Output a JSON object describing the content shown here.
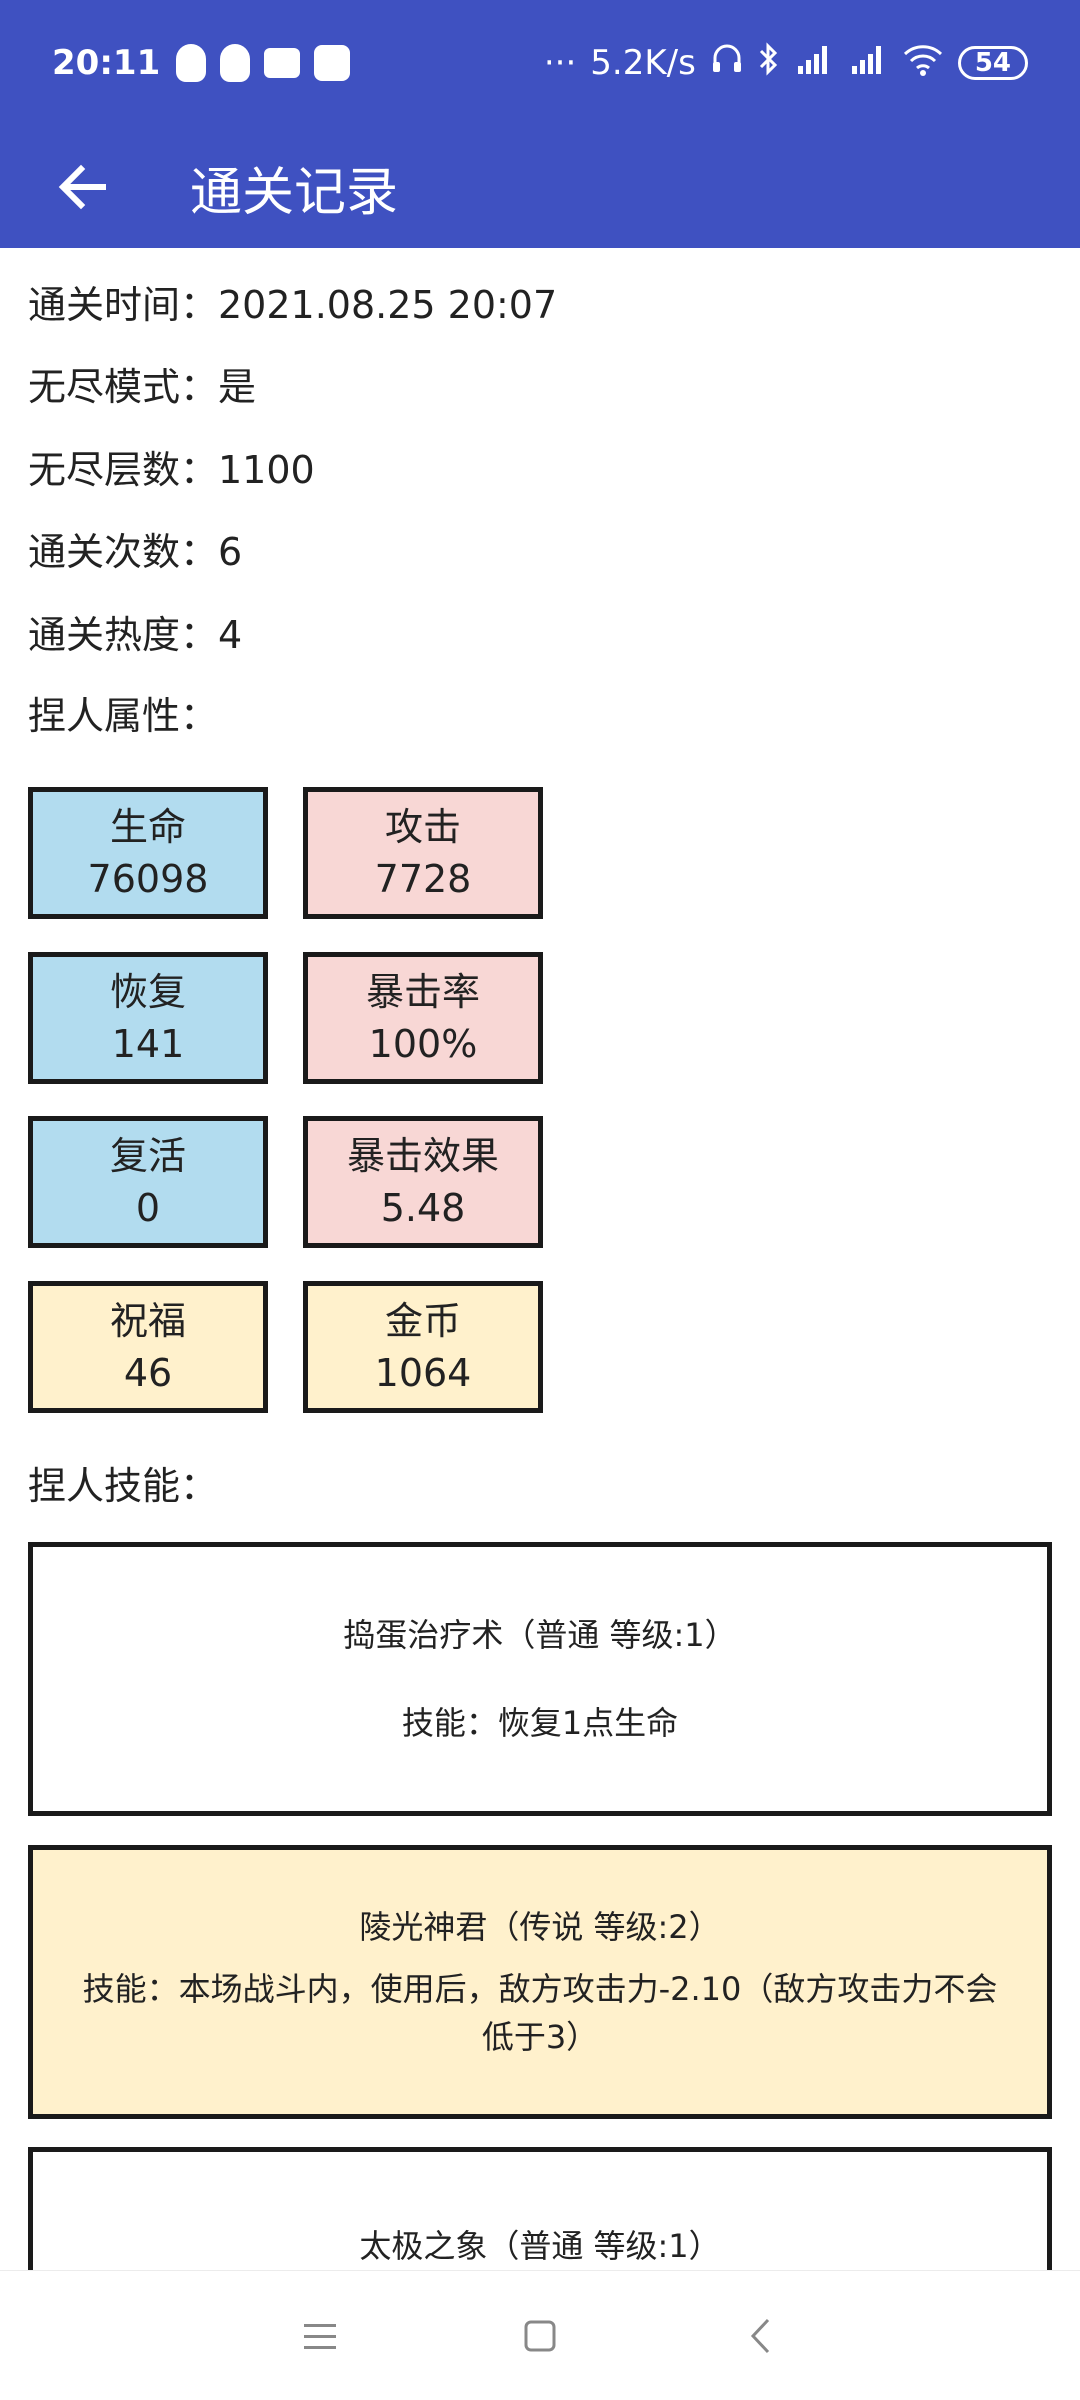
{
  "status_bar": {
    "time": "20:11",
    "dots": "···",
    "speed": "5.2K/s",
    "battery": "54",
    "icons": [
      "qq-icon",
      "qq-icon",
      "chat-icon",
      "baidu-icon",
      "headset-icon",
      "bluetooth-icon",
      "signal-icon",
      "signal-icon",
      "wifi-icon",
      "battery-icon"
    ]
  },
  "app_bar": {
    "title": "通关记录",
    "back_icon": "arrow-left-icon"
  },
  "record": {
    "clear_time": "通关时间：2021.08.25 20:07",
    "endless_mode": "无尽模式：是",
    "endless_floors": "无尽层数：1100",
    "clear_count": "通关次数：6",
    "clear_heat": "通关热度：4",
    "attributes_label": "捏人属性：",
    "skills_label": "捏人技能："
  },
  "stats": [
    {
      "label": "生命",
      "value": "76098",
      "color": "#b2dcef"
    },
    {
      "label": "攻击",
      "value": "7728",
      "color": "#f8d7d5"
    },
    {
      "label": "恢复",
      "value": "141",
      "color": "#b2dcef"
    },
    {
      "label": "暴击率",
      "value": "100%",
      "color": "#f8d7d5"
    },
    {
      "label": "复活",
      "value": "0",
      "color": "#b2dcef"
    },
    {
      "label": "暴击效果",
      "value": "5.48",
      "color": "#f8d7d5"
    },
    {
      "label": "祝福",
      "value": "46",
      "color": "#fff1cc"
    },
    {
      "label": "金币",
      "value": "1064",
      "color": "#fff1cc"
    }
  ],
  "skills": [
    {
      "name": "捣蛋治疗术（普通 等级:1）",
      "desc": "技能：恢复1点生命",
      "color": "#ffffff"
    },
    {
      "name": "陵光神君（传说 等级:2）",
      "desc": "技能：本场战斗内，使用后，敌方攻击力-2.10（敌方攻击力不会低于3）",
      "color": "#fff1cc"
    },
    {
      "name": "太极之象（普通 等级:1）",
      "desc": "",
      "color": "#ffffff"
    }
  ],
  "nav": {
    "menu_icon": "menu-icon",
    "home_icon": "home-square-icon",
    "back_icon": "back-chevron-icon"
  }
}
